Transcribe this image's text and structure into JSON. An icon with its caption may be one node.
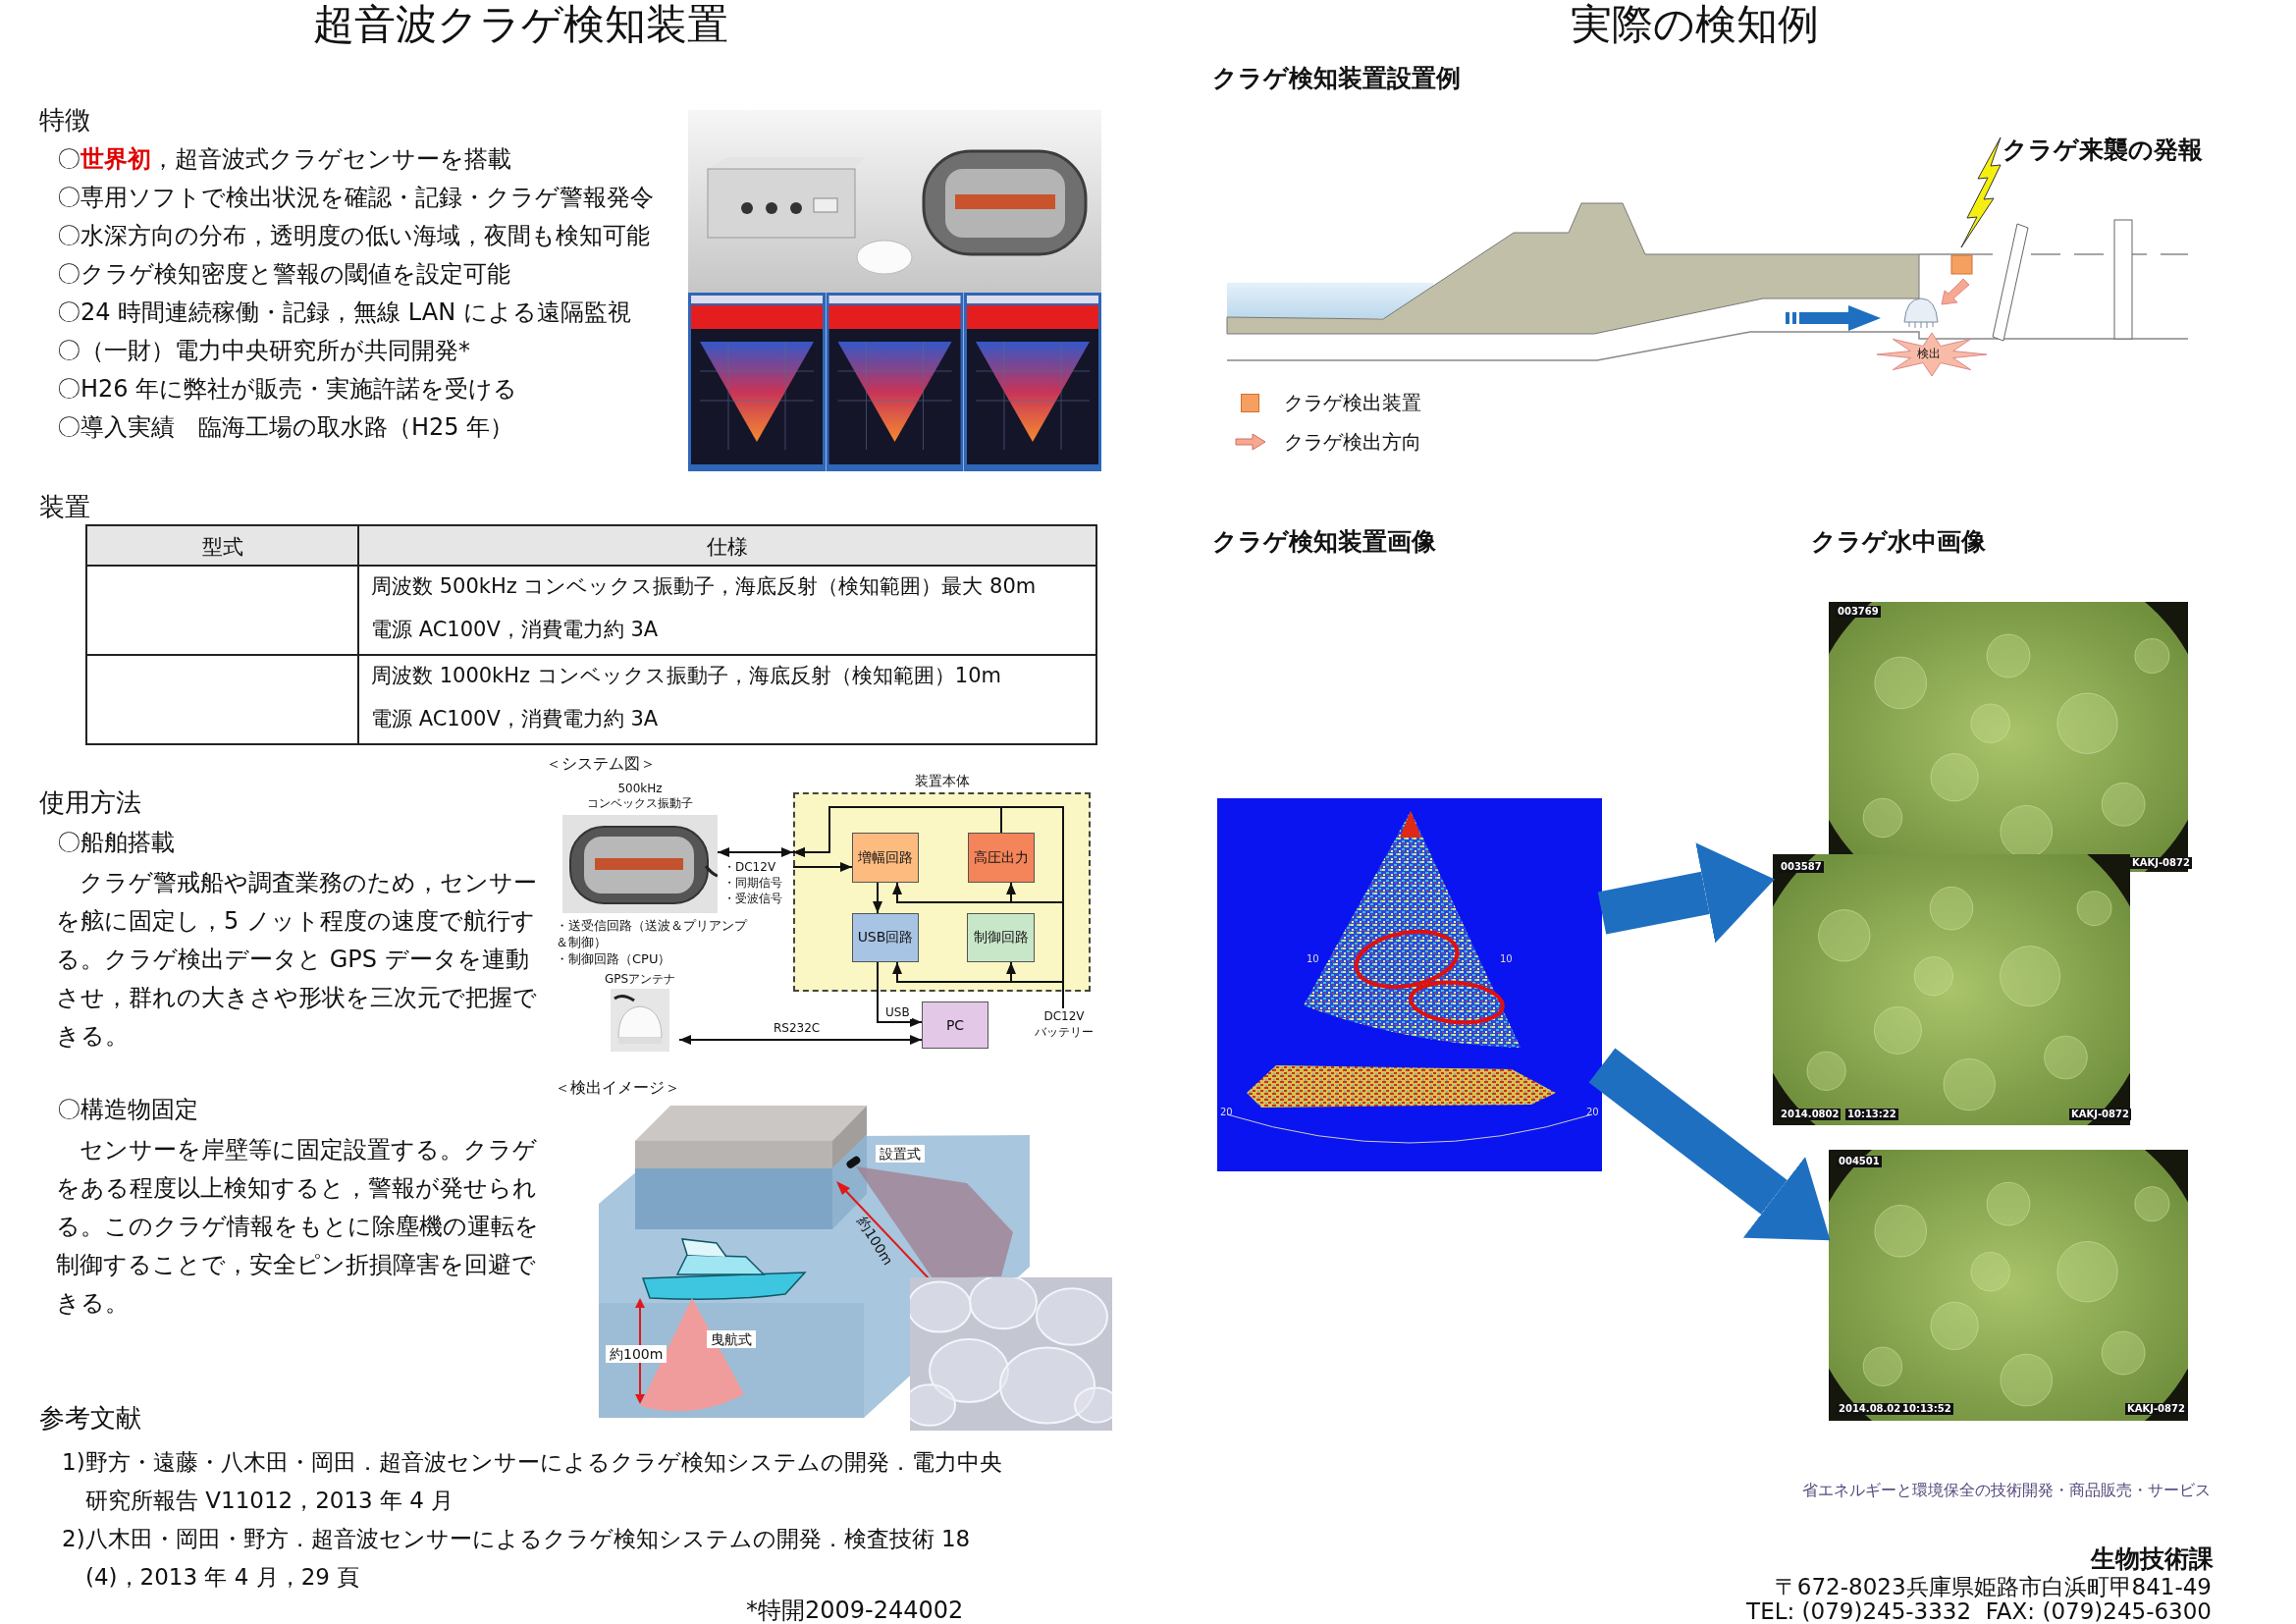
{
  "diagram": {
    "title": "超音波クラゲ検知装置",
    "nodes": [
      {
        "text": [
          "装置本体"
        ]
      },
      {
        "text": [
          "増幅回路"
        ],
        "in": 0
      },
      {
        "text": [
          "高圧出力"
        ],
        "in": 0
      },
      {
        "text": [
          "USB回路"
        ],
        "in": 0
      },
      {
        "text": [
          "制御回路"
        ],
        "in": 0
      },
      {
        "text": [
          "500kHz コンベックス振動子"
        ],
        "beside": [
          "・送受信回路（送波＆プリアンプ＆制御）",
          "・制御回路（CPU）"
        ]
      },
      {
        "text": [
          "GPSアンテナ"
        ]
      },
      {
        "text": [
          "PC"
        ]
      },
      {
        "text": [
          "DC12V バッテリー"
        ]
      },
      {
        "text": [],
        "shape": "picture"
      },
      {
        "text": [],
        "shape": "picture"
      },
      {
        "text": [],
        "shape": "picture"
      }
    ],
    "edges": [
      {
        "from": 5,
        "to": 0,
        "arrow": "both"
      },
      {
        "from": 0,
        "to": 1,
        "arrow": "to"
      },
      {
        "from": 1,
        "to": 3,
        "arrow": "to"
      },
      {
        "from": 3,
        "to": 7,
        "arrow": "to",
        "label": "USB"
      },
      {
        "from": 6,
        "to": 7,
        "arrow": "both",
        "label": "RS232C"
      },
      {
        "from": 8,
        "to": 0,
        "arrow": "to"
      },
      {
        "from": 2,
        "to": 0,
        "arrow": "to"
      },
      {
        "from": 8,
        "to": 1,
        "arrow": "to"
      },
      {
        "from": 8,
        "to": 2,
        "arrow": "to"
      },
      {
        "from": 8,
        "to": 3,
        "arrow": "to"
      },
      {
        "from": 8,
        "to": 4,
        "arrow": "to"
      },
      {
        "from": 9,
        "to": 10,
        "arrow": "to",
        "style": "thick",
        "color": "#1f6fc0"
      },
      {
        "from": 9,
        "to": 11,
        "arrow": "to",
        "style": "thick",
        "color": "#1f6fc0"
      }
    ],
    "labels": [
      "実際の検知例",
      "特徴",
      "〇**世界初**，超音波式クラゲセンサーを搭載",
      "〇専用ソフトで検出状況を確認・記録・クラゲ警報発令",
      "〇水深方向の分布，透明度の低い海域，夜間も検知可能",
      "〇クラゲ検知密度と警報の閾値を設定可能",
      "〇24 時間連続稼働・記録，無線 LAN による遠隔監視",
      "〇（一財）電力中央研究所が共同開発*",
      "〇H26 年に弊社が販売・実施許諾を受ける",
      "〇導入実績　臨海工場の取水路（H25 年）",
      "装置",
      "型式",
      "仕様",
      "周波数 500kHz コンベックス振動子，海底反射（検知範囲）最大 80m",
      "電源 AC100V，消費電力約 3A",
      "周波数 1000kHz コンベックス振動子，海底反射（検知範囲）10m",
      "電源 AC100V，消費電力約 3A",
      "使用方法",
      "〇船舶搭載",
      "クラゲ警戒船や調査業務のため，センサーを舷に固定し，5 ノット程度の速度で航行する。クラゲ検出データと GPS データを連動させ，群れの大きさや形状を三次元で把握できる。",
      "〇構造物固定",
      "センサーを岸壁等に固定設置する。クラゲをある程度以上検知すると，警報が発せられる。このクラゲ情報をもとに除塵機の運転を制御することで，安全ピン折損障害を回避できる。",
      "＜システム図＞",
      "・DC12V",
      "・同期信号",
      "・受波信号",
      "＜検出イメージ＞",
      "設置式",
      "約100m",
      "曳航式",
      "約100m",
      "参考文献",
      "1)野方・遠藤・八木田・岡田．超音波センサーによるクラゲ検知システムの開発．電力中央研究所報告 V11012，2013 年 4 月",
      "2)八木田・岡田・野方．超音波センサーによるクラゲ検知システムの開発．検査技術 18 (4)，2013 年 4 月，29 頁",
      "*特開2009-244002",
      "クラゲ検知装置設置例",
      "クラゲ来襲の発報",
      "検出",
      "クラゲ検知装置画像",
      "クラゲ水中画像",
      "10",
      "10",
      "20",
      "20",
      "003769",
      "003587",
      "KAKJ-0872",
      "2014.0802",
      "10:13:22",
      "KAKJ-0872",
      "004501",
      "2014.08.02",
      "10:13:52",
      "KAKJ-0872",
      "省エネルギーと環境保全の技術開発・商品販売・サービス",
      "生物技術課",
      "〒672-8023兵庫県姫路市白浜町甲841-49",
      "TEL: (079)245-3332  FAX: (079)245-6300"
    ],
    "legend": [
      {
        "text": "クラゲ検出装置",
        "color": "#f5a060"
      },
      {
        "text": "クラゲ検出方向"
      }
    ]
  }
}
